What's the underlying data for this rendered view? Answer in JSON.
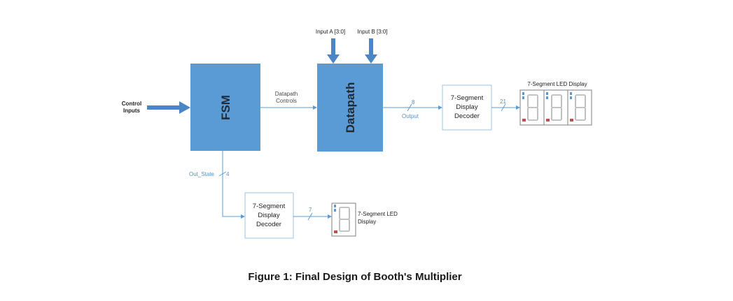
{
  "blocks": {
    "fsm": "FSM",
    "datapath": "Datapath"
  },
  "labels": {
    "control_inputs_line1": "Control",
    "control_inputs_line2": "Inputs",
    "datapath_controls_line1": "Datapath",
    "datapath_controls_line2": "Controls",
    "input_a": "Input A [3:0]",
    "input_b": "Input B [3:0]",
    "output": "Output",
    "output_width": "8",
    "decoder_out_width": "21",
    "out_state": "Out_State",
    "out_state_width": "4",
    "fsm_decoder_out_width": "7",
    "display_top_title": "7-Segment LED Display",
    "display_bottom_line1": "7-Segment LED",
    "display_bottom_line2": "Display"
  },
  "decoder": {
    "line1": "7-Segment",
    "line2": "Display",
    "line3": "Decoder"
  },
  "caption": "Figure 1: Final Design of Booth's Multiplier",
  "colors": {
    "block_fill": "#5b9bd5",
    "wire": "#5b9bd5",
    "decoder_border": "#9dc3e6"
  }
}
